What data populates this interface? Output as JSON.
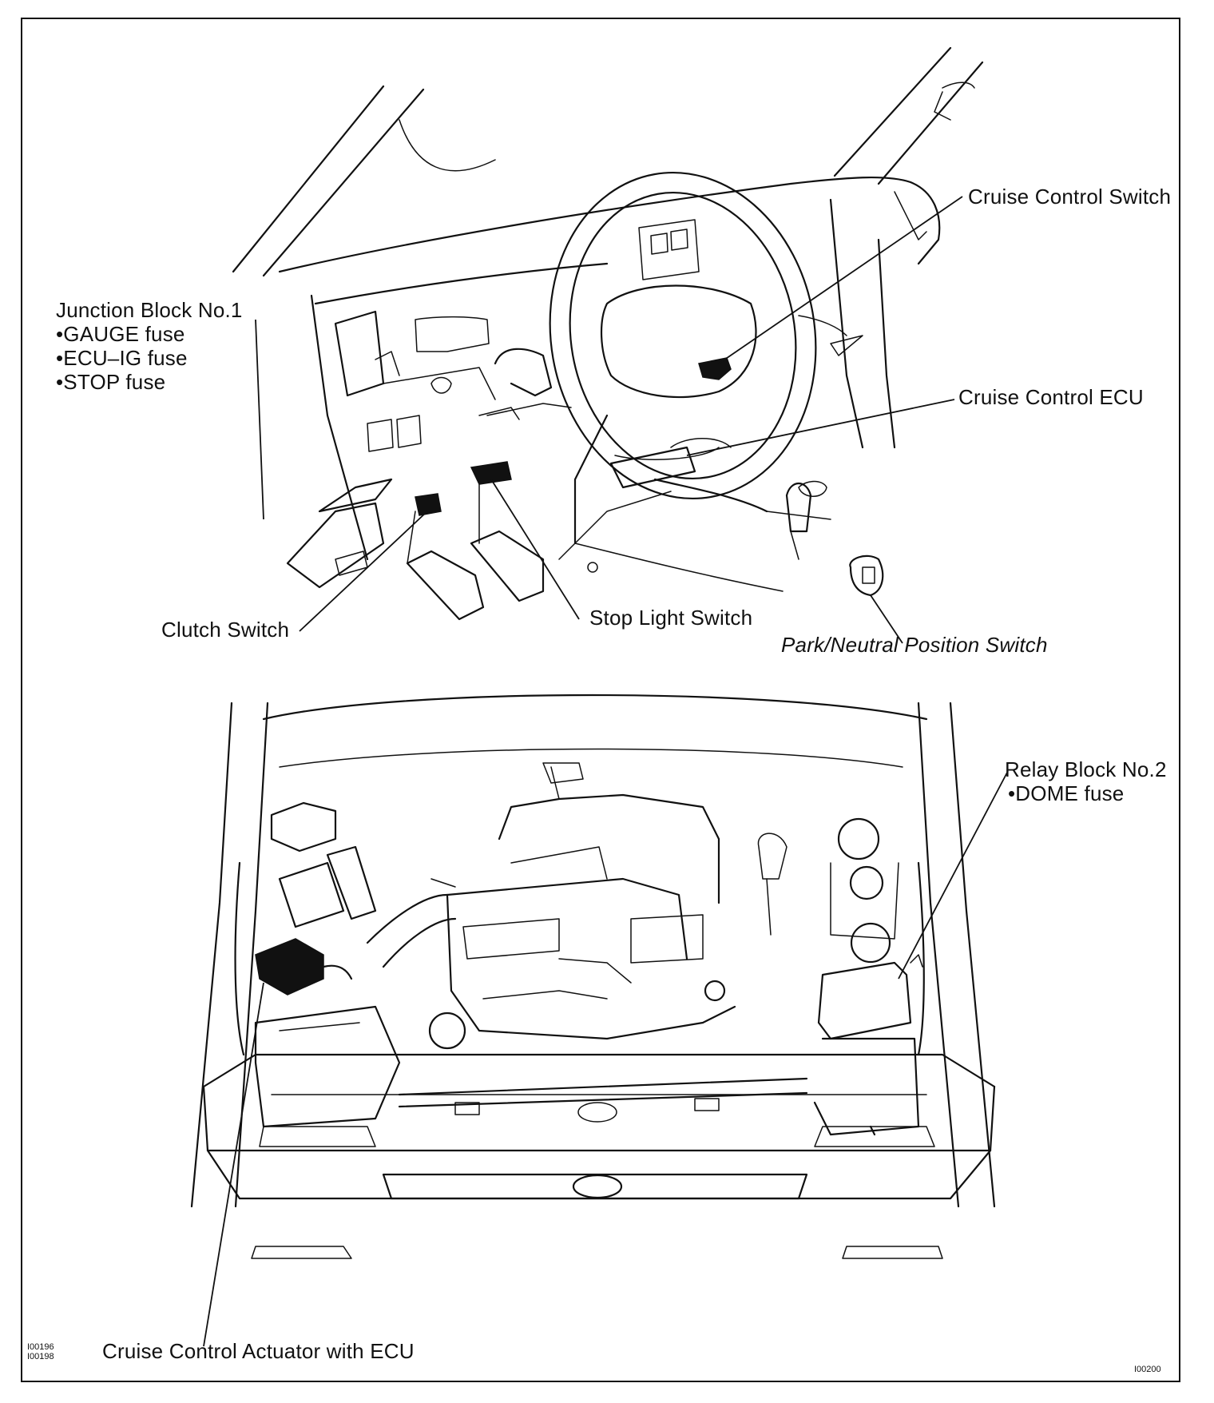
{
  "labels": {
    "cruise_control_switch": "Cruise Control Switch",
    "junction_block": {
      "title": "Junction Block No.1",
      "fuses": [
        "•GAUGE fuse",
        "•ECU–IG fuse",
        "•STOP fuse"
      ]
    },
    "cruise_control_ecu": "Cruise Control ECU",
    "clutch_switch": "Clutch Switch",
    "stop_light_switch": "Stop Light Switch",
    "park_neutral_switch": "Park/Neutral Position Switch",
    "relay_block": {
      "title": "Relay Block No.2",
      "fuses": [
        "•DOME fuse"
      ]
    },
    "cruise_control_actuator": "Cruise Control Actuator with ECU"
  },
  "figure_codes": {
    "left_top": "I00196",
    "left_bottom": "I00198",
    "bottom_right": "I00200"
  }
}
